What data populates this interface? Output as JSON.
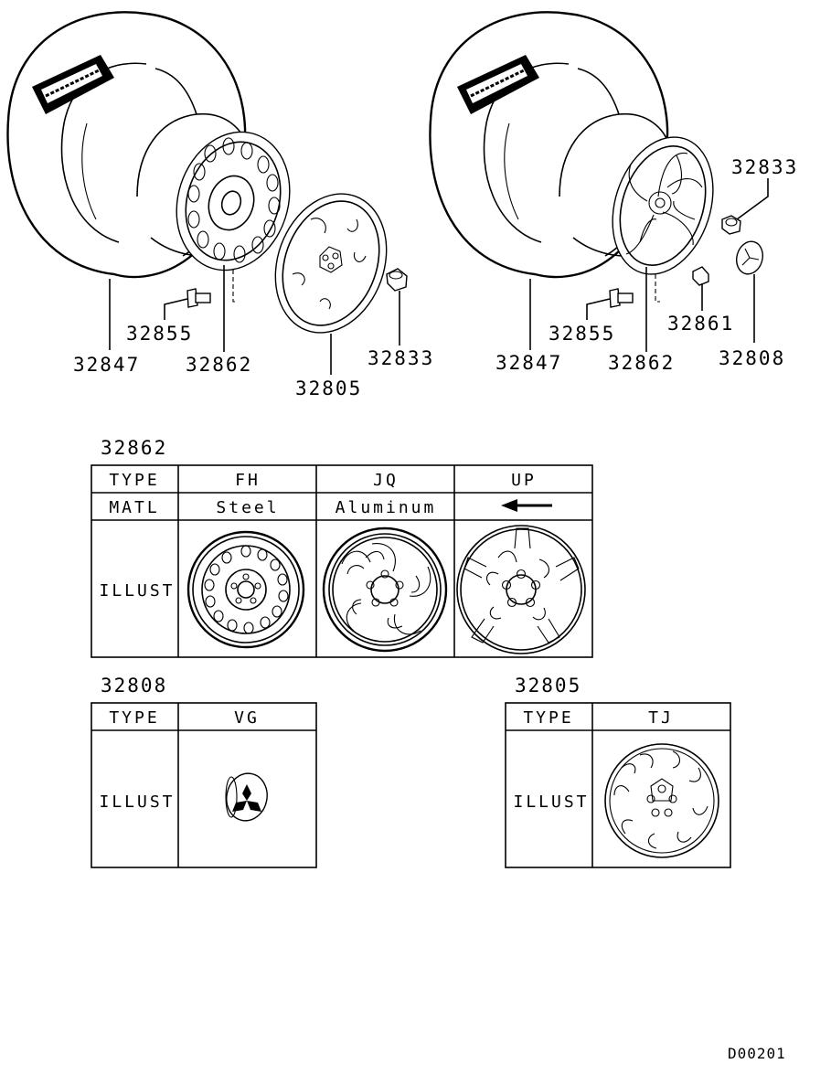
{
  "callouts": {
    "left": {
      "tire": "32847",
      "bolt": "32855",
      "wheel": "32862",
      "cover": "32805",
      "nut": "32833"
    },
    "right": {
      "tire": "32847",
      "bolt": "32855",
      "wheel": "32862",
      "nut": "32833",
      "valve": "32861",
      "cap": "32808"
    }
  },
  "table_wheel": {
    "title": "32862",
    "row_type_label": "TYPE",
    "row_matl_label": "MATL",
    "row_illust_label": "ILLUST",
    "columns": [
      {
        "type": "FH",
        "matl": "Steel"
      },
      {
        "type": "JQ",
        "matl": "Aluminum"
      },
      {
        "type": "UP",
        "matl": ""
      }
    ],
    "same_as_left_icon": "left-arrow-icon"
  },
  "table_cap": {
    "title": "32808",
    "row_type_label": "TYPE",
    "row_illust_label": "ILLUST",
    "type": "VG"
  },
  "table_cover": {
    "title": "32805",
    "row_type_label": "TYPE",
    "row_illust_label": "ILLUST",
    "type": "TJ"
  },
  "footer_code": "D00201"
}
